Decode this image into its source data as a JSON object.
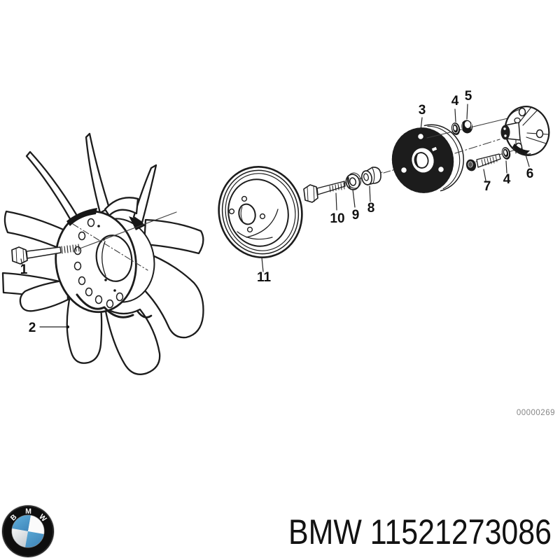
{
  "diagram": {
    "watermark": "00000269",
    "callouts": [
      {
        "part": "fan-bolt",
        "label": "1"
      },
      {
        "part": "fan-blade",
        "label": "2"
      },
      {
        "part": "viscous-clutch",
        "label": "3"
      },
      {
        "part": "washer-upper",
        "label": "4"
      },
      {
        "part": "nut",
        "label": "5"
      },
      {
        "part": "hub-flange",
        "label": "6"
      },
      {
        "part": "clutch-bolt",
        "label": "7"
      },
      {
        "part": "washer-lower",
        "label": "4"
      },
      {
        "part": "spacer-bush",
        "label": "8"
      },
      {
        "part": "washer",
        "label": "9"
      },
      {
        "part": "pulley-bolt",
        "label": "10"
      },
      {
        "part": "belt-pulley",
        "label": "11"
      }
    ]
  },
  "footer": {
    "logo_letters": [
      "B",
      "M",
      "W"
    ],
    "text": "BMW 11521273086"
  },
  "colors": {
    "line": "#1c1c1c",
    "thin_line": "#3d3d3d",
    "watermark": "#858585",
    "footer_text": "#121212",
    "bmw_blue": "#4a9bce",
    "logo_ring": "#0e0e0e"
  }
}
